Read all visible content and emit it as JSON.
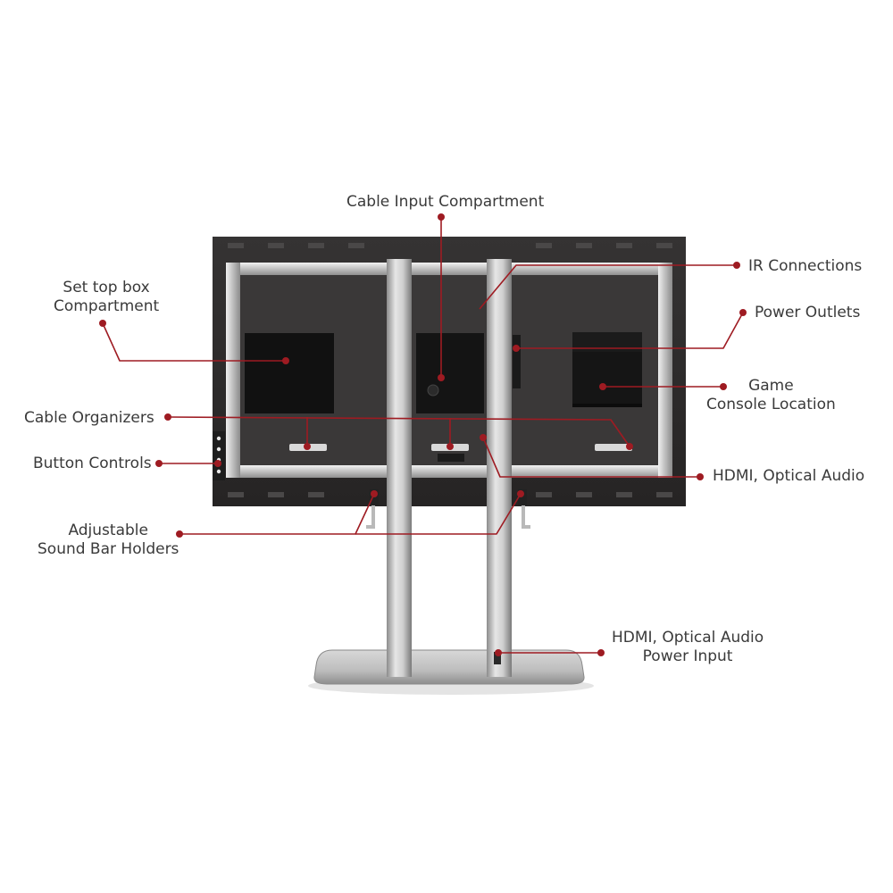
{
  "callouts": {
    "cable_input": {
      "lines": [
        "Cable Input Compartment"
      ]
    },
    "set_top_box": {
      "lines": [
        "Set top box",
        "Compartment"
      ]
    },
    "ir_connections": {
      "lines": [
        "IR Connections"
      ]
    },
    "power_outlets": {
      "lines": [
        "Power Outlets"
      ]
    },
    "game_console": {
      "lines": [
        "Game",
        "Console Location"
      ]
    },
    "cable_organizers": {
      "lines": [
        "Cable Organizers"
      ]
    },
    "button_controls": {
      "lines": [
        "Button Controls"
      ]
    },
    "hdmi_optical": {
      "lines": [
        "HDMI, Optical Audio"
      ]
    },
    "sound_bar": {
      "lines": [
        "Adjustable",
        "Sound Bar Holders"
      ]
    },
    "hdmi_power": {
      "lines": [
        "HDMI, Optical Audio",
        "Power Input"
      ]
    }
  },
  "colors": {
    "leader_line": "#9e1b22",
    "label_text": "#3a3a3a",
    "panel": "#2e2c2c",
    "frame_steel": "#c9c9c9",
    "compartment": "#111111"
  }
}
